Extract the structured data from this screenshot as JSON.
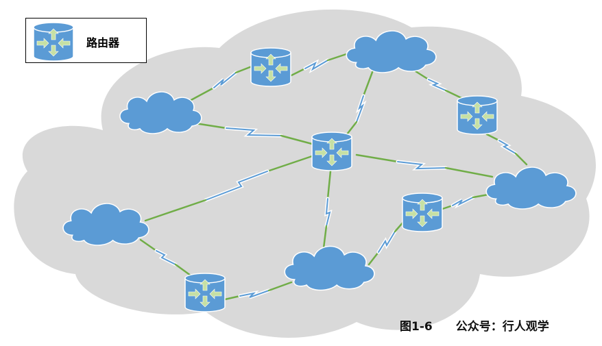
{
  "legend": {
    "label": "路由器",
    "icon": "router-icon"
  },
  "caption": {
    "figure": "图1-6",
    "source": "公众号：行人观学"
  },
  "colors": {
    "background_cloud": "#d9d9d9",
    "network_cloud": "#5b9bd5",
    "router_body": "#5b9bd5",
    "router_arrow": "#c6e0a4",
    "link_line": "#70ad47",
    "link_bolt": "#5b9bd5"
  }
}
